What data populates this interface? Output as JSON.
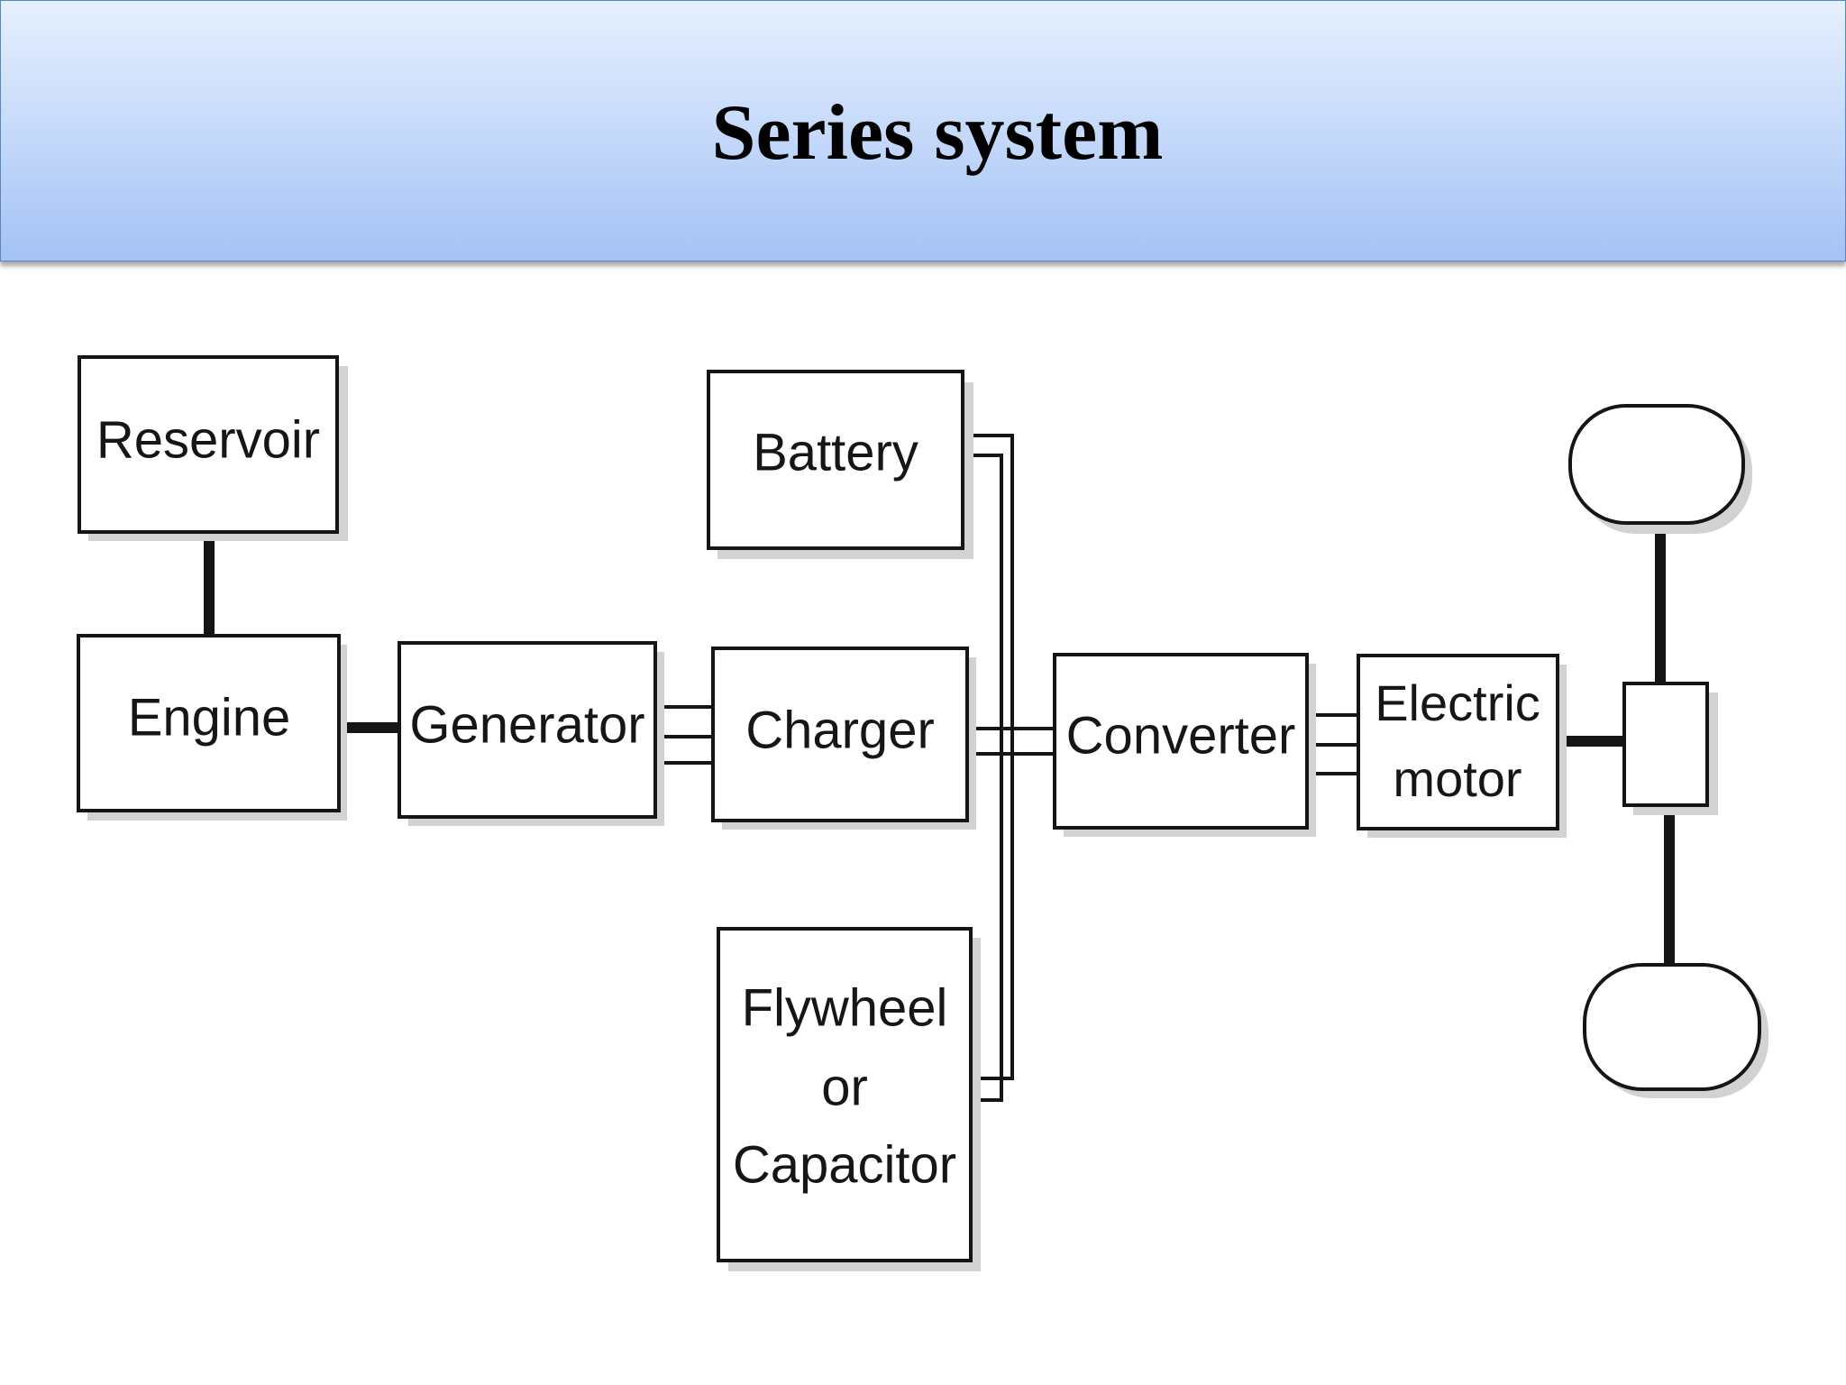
{
  "slide": {
    "title": "Series system"
  },
  "diagram": {
    "blocks": {
      "reservoir": "Reservoir",
      "engine": "Engine",
      "generator": "Generator",
      "battery": "Battery",
      "charger": "Charger",
      "flywheel_line1": "Flywheel",
      "flywheel_line2": "or",
      "flywheel_line3": "Capacitor",
      "converter": "Converter",
      "motor_line1": "Electric",
      "motor_line2": "motor"
    }
  },
  "colors": {
    "header_gradient_top": "#e6f0ff",
    "header_gradient_bottom": "#a4c2f4",
    "line": "#151515"
  }
}
